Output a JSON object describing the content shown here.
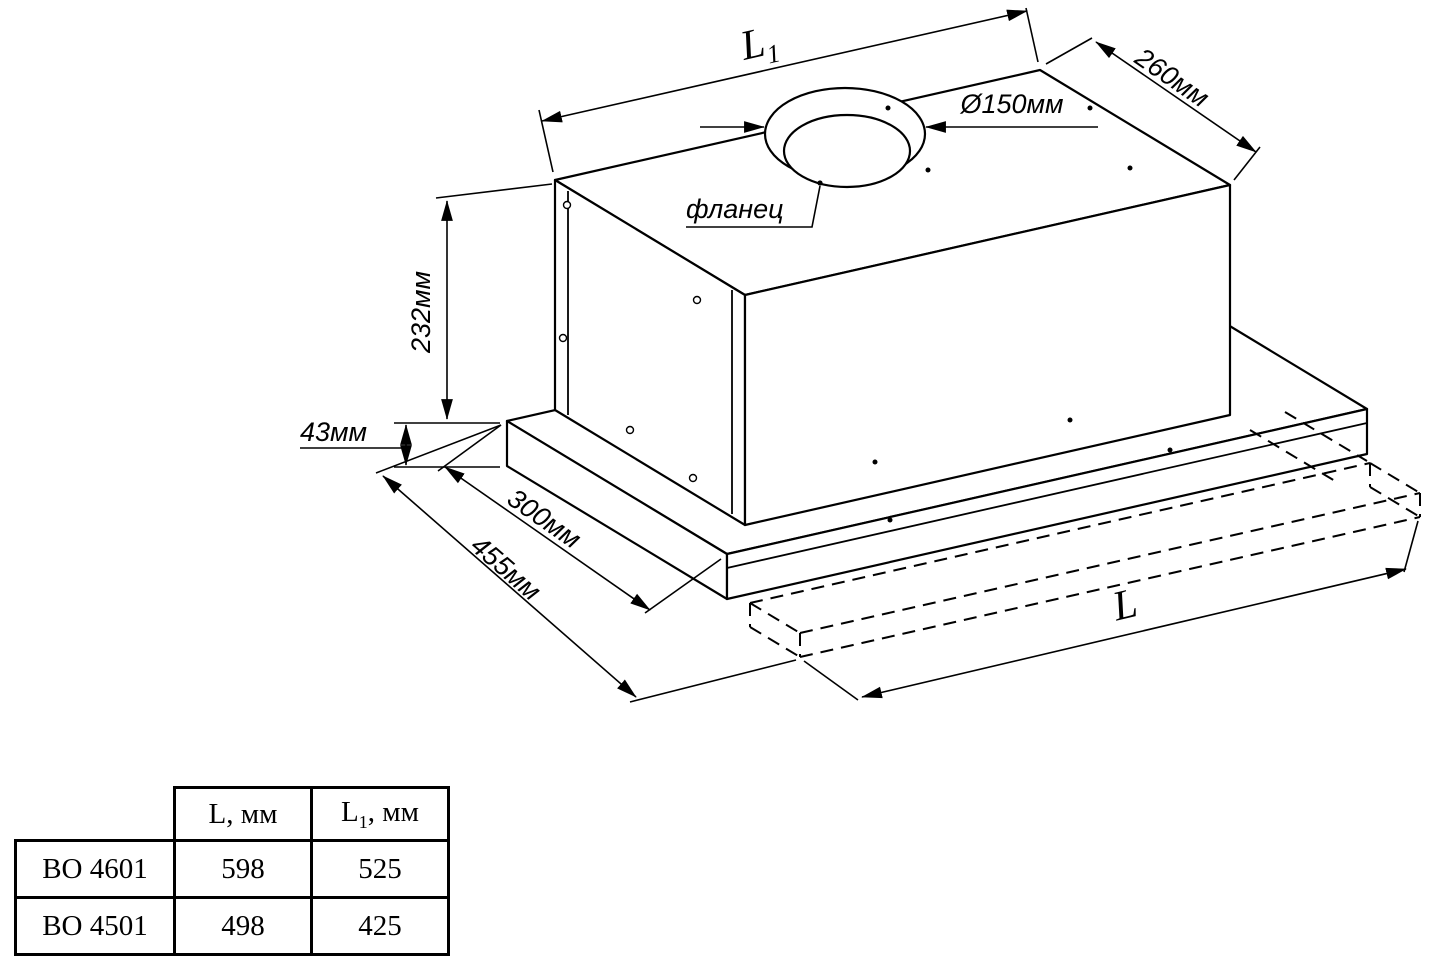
{
  "colors": {
    "line": "#000000",
    "background": "#ffffff"
  },
  "drawing": {
    "dim_length_top_base": "L",
    "dim_length_top_sub": "1",
    "dim_depth_top": "260мм",
    "dim_flange_diameter": "Ø150мм",
    "flange_label": "фланец",
    "dim_height": "232мм",
    "dim_visor_height": "43мм",
    "dim_depth_body": "300мм",
    "dim_depth_total": "455мм",
    "dim_length_bottom": "L"
  },
  "table": {
    "header_model": "",
    "header_L": "L, мм",
    "header_L1_base": "L",
    "header_L1_sub": "1",
    "header_L1_unit": ", мм",
    "rows": [
      {
        "model": "ВО 4601",
        "L": "598",
        "L1": "525"
      },
      {
        "model": "ВО 4501",
        "L": "498",
        "L1": "425"
      }
    ]
  }
}
